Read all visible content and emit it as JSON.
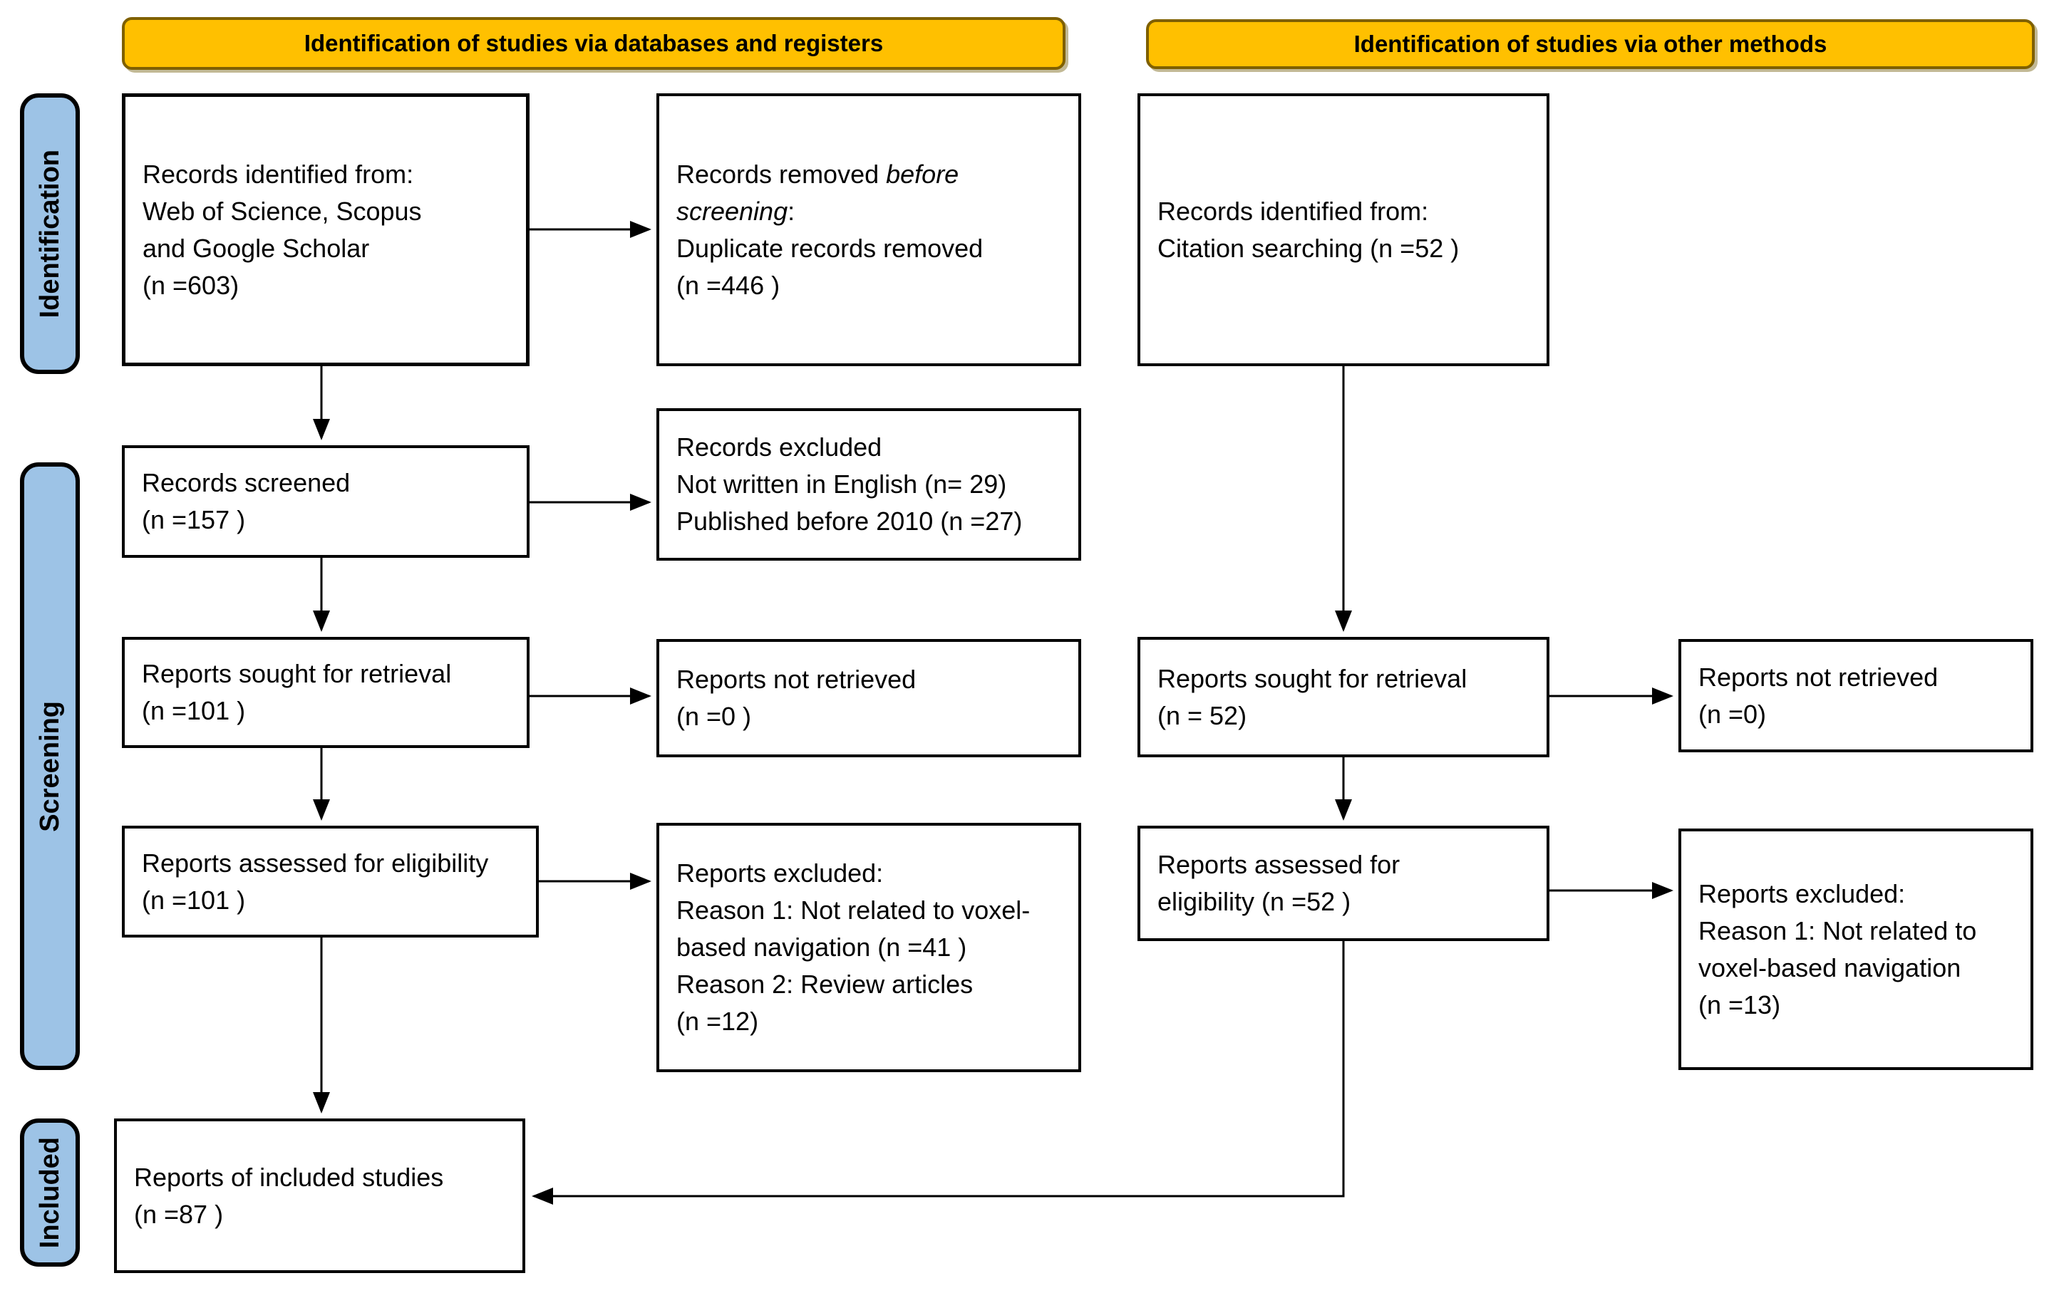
{
  "headers": {
    "databases": "Identification of studies via databases and registers",
    "other": "Identification of studies via other methods"
  },
  "sidebar": {
    "identification": "Identification",
    "screening": "Screening",
    "included": "Included"
  },
  "colors": {
    "header_fill": "#FFC000",
    "header_border": "#7F6000",
    "sidebar_fill": "#9DC3E6",
    "box_border": "#000000",
    "arrow": "#000000"
  },
  "boxes": {
    "records_identified_db": {
      "lines": [
        "Records identified from:",
        "Web of Science, Scopus",
        "and Google Scholar",
        "(n =603)"
      ]
    },
    "records_removed": {
      "prefix": "Records removed ",
      "italic": "before screening",
      "suffix": ":",
      "line2": "Duplicate records removed",
      "line3": "(n =446 )"
    },
    "records_identified_other": {
      "lines": [
        "Records identified from:",
        "Citation searching (n =52 )"
      ]
    },
    "records_screened": {
      "lines": [
        "Records screened",
        "(n =157 )"
      ]
    },
    "records_excluded": {
      "lines": [
        "Records excluded",
        "Not written in English (n= 29)",
        "Published before 2010 (n =27)"
      ]
    },
    "reports_sought_db": {
      "lines": [
        "Reports sought for retrieval",
        "(n =101 )"
      ]
    },
    "reports_not_retrieved_db": {
      "lines": [
        "Reports not retrieved",
        "(n =0 )"
      ]
    },
    "reports_sought_other": {
      "lines": [
        "Reports sought for retrieval",
        "(n = 52)"
      ]
    },
    "reports_not_retrieved_other": {
      "lines": [
        "Reports not retrieved",
        "(n =0)"
      ]
    },
    "reports_assessed_db": {
      "lines": [
        "Reports assessed for eligibility",
        "(n =101 )"
      ]
    },
    "reports_excluded_db": {
      "lines": [
        "Reports excluded:",
        "Reason 1: Not related to voxel-",
        "based navigation (n =41 )",
        "Reason 2: Review articles",
        "(n =12)"
      ]
    },
    "reports_assessed_other": {
      "lines": [
        "Reports assessed for",
        "eligibility (n =52 )"
      ]
    },
    "reports_excluded_other": {
      "lines": [
        "Reports excluded:",
        "Reason 1: Not related to",
        "voxel-based navigation",
        " (n =13)"
      ]
    },
    "reports_included": {
      "lines": [
        "Reports of included studies",
        "(n =87 )"
      ]
    }
  }
}
